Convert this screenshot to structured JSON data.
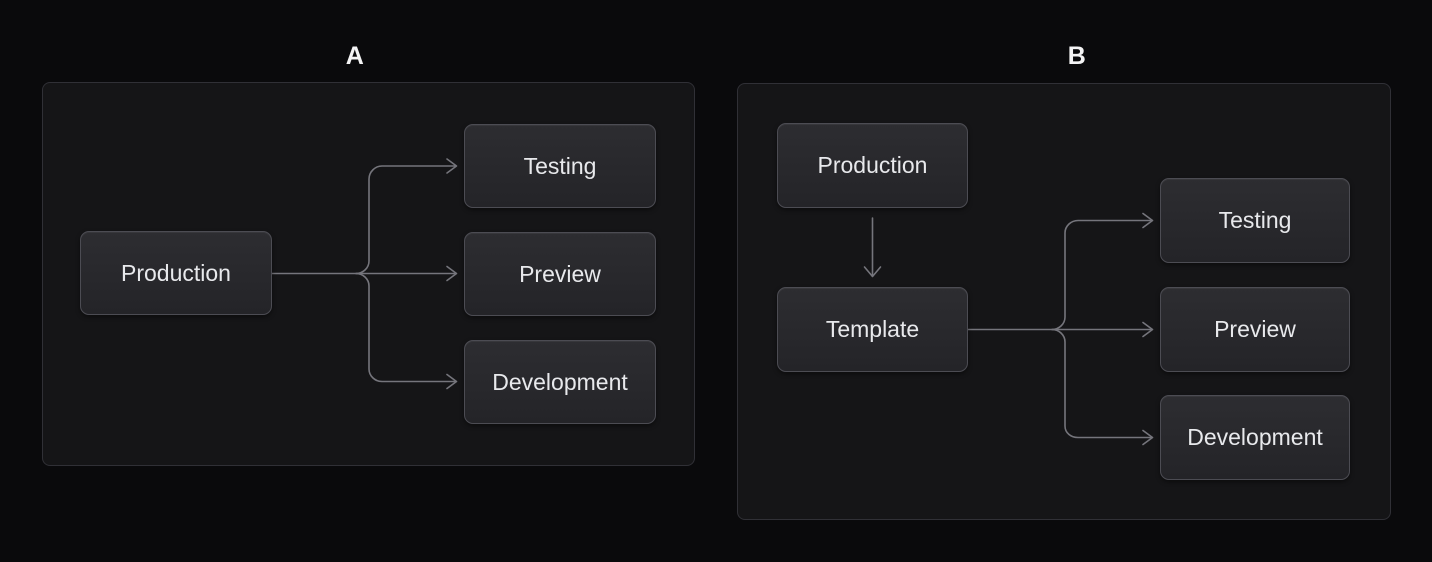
{
  "panels": [
    {
      "label": "A",
      "nodes": [
        {
          "id": "production",
          "label": "Production"
        },
        {
          "id": "testing",
          "label": "Testing"
        },
        {
          "id": "preview",
          "label": "Preview"
        },
        {
          "id": "development",
          "label": "Development"
        }
      ],
      "edges": [
        {
          "from": "production",
          "to": "testing"
        },
        {
          "from": "production",
          "to": "preview"
        },
        {
          "from": "production",
          "to": "development"
        }
      ]
    },
    {
      "label": "B",
      "nodes": [
        {
          "id": "production",
          "label": "Production"
        },
        {
          "id": "template",
          "label": "Template"
        },
        {
          "id": "testing",
          "label": "Testing"
        },
        {
          "id": "preview",
          "label": "Preview"
        },
        {
          "id": "development",
          "label": "Development"
        }
      ],
      "edges": [
        {
          "from": "production",
          "to": "template"
        },
        {
          "from": "template",
          "to": "testing"
        },
        {
          "from": "template",
          "to": "preview"
        },
        {
          "from": "template",
          "to": "development"
        }
      ]
    }
  ],
  "colors": {
    "background": "#0a0a0c",
    "panel_background": "#151517",
    "panel_border": "#303036",
    "node_background": "#28282c",
    "node_border": "#4c4c53",
    "node_text": "#e8e9ec",
    "connector": "#75757c",
    "label_text": "#f4f4f5"
  }
}
